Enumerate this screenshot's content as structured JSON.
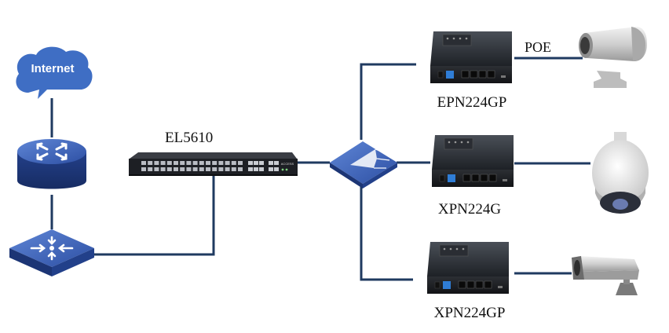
{
  "cloud": {
    "label": "Internet"
  },
  "olt": {
    "model": "EL5610",
    "brand": "ACCESS"
  },
  "onus": [
    {
      "model": "EPN224GP"
    },
    {
      "model": "XPN224G"
    },
    {
      "model": "XPN224GP"
    }
  ],
  "poe_label": "POE",
  "colors": {
    "link": "#1f3a60",
    "device_blue": "#2f4b9c",
    "device_dark": "#1b2640"
  },
  "icons": [
    "cloud-icon",
    "router-icon",
    "switch-icon",
    "olt-icon",
    "splitter-icon",
    "onu-icon",
    "bullet-camera-icon",
    "dome-camera-icon",
    "box-camera-icon"
  ]
}
